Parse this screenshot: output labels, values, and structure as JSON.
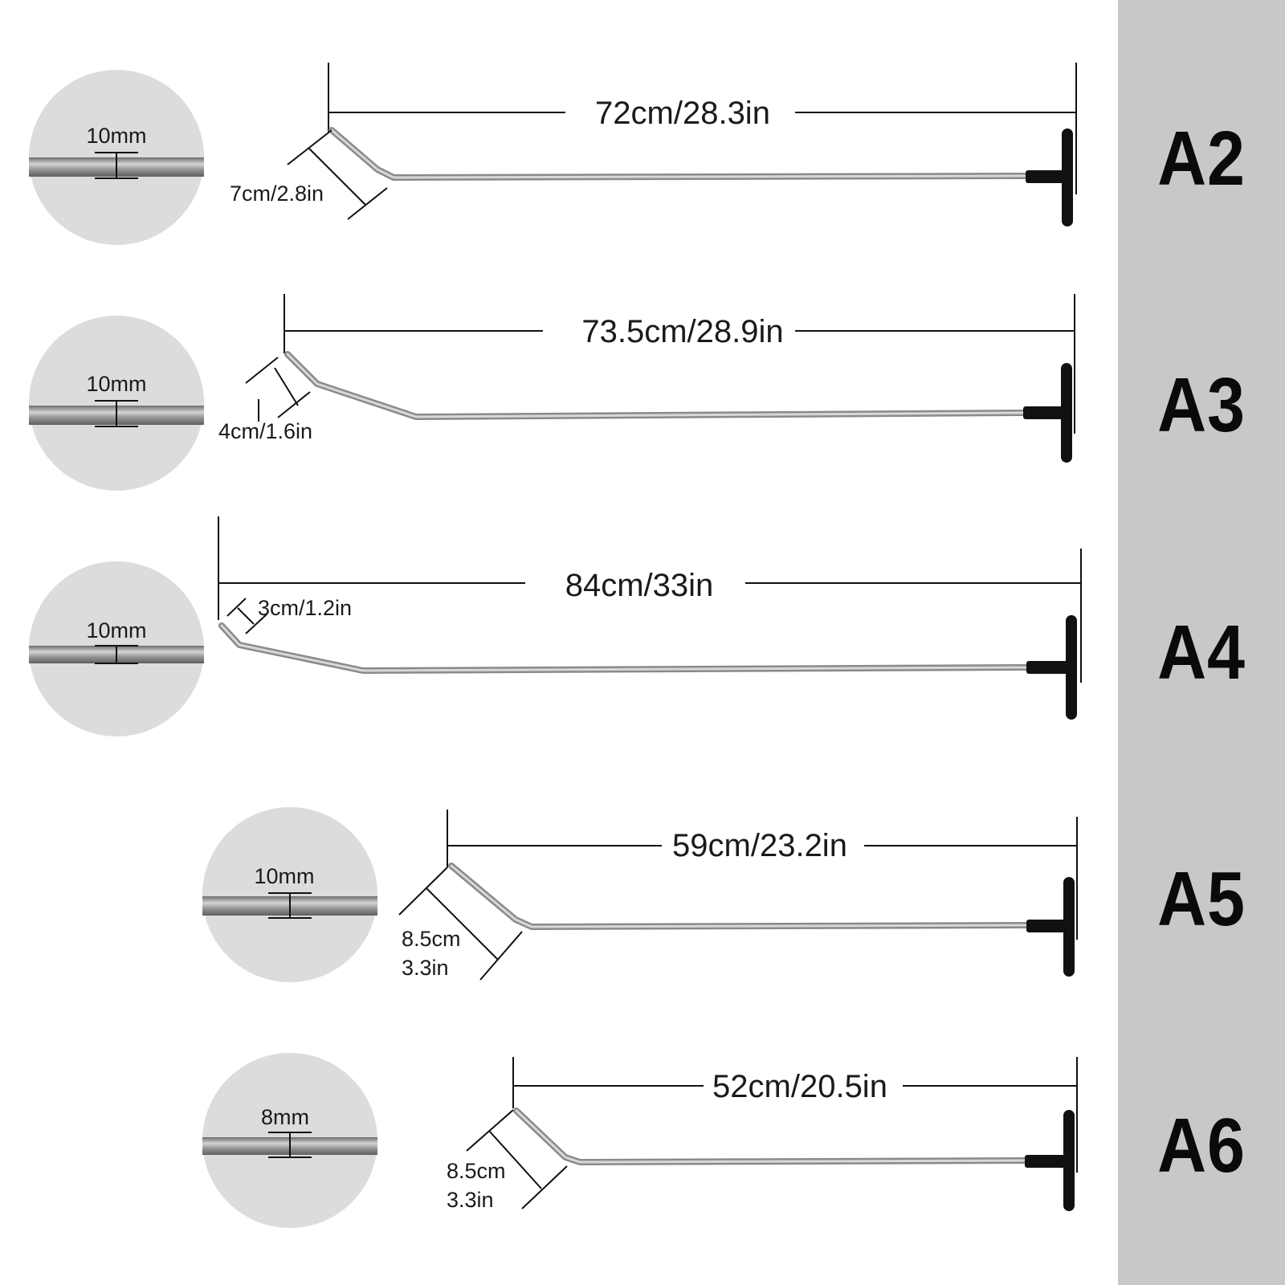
{
  "colors": {
    "sidebar": "#c8c8c8",
    "circle": "#dcdcdc",
    "rod": "#a9a9a9",
    "handle": "#111111",
    "line": "#111111"
  },
  "tools": [
    {
      "model": "A2",
      "rod_diameter": "10mm",
      "total_length": "72cm/28.3in",
      "tip_length": [
        "7cm/2.8in"
      ]
    },
    {
      "model": "A3",
      "rod_diameter": "10mm",
      "total_length": "73.5cm/28.9in",
      "tip_length": [
        "4cm/1.6in"
      ]
    },
    {
      "model": "A4",
      "rod_diameter": "10mm",
      "total_length": "84cm/33in",
      "tip_length": [
        "3cm/1.2in"
      ]
    },
    {
      "model": "A5",
      "rod_diameter": "10mm",
      "total_length": "59cm/23.2in",
      "tip_length": [
        "8.5cm",
        "3.3in"
      ]
    },
    {
      "model": "A6",
      "rod_diameter": "8mm",
      "total_length": "52cm/20.5in",
      "tip_length": [
        "8.5cm",
        "3.3in"
      ]
    }
  ]
}
